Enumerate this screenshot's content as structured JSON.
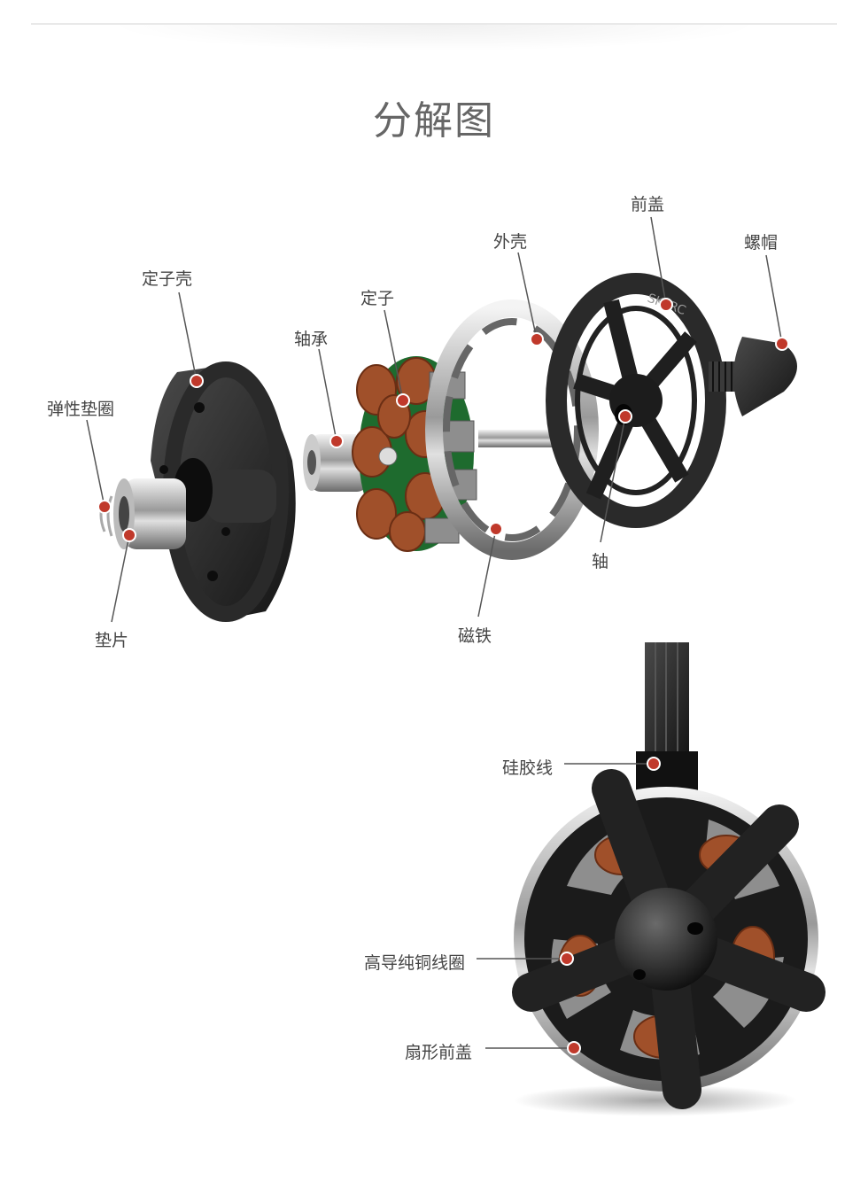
{
  "title": "分解图",
  "labels": {
    "stator_housing": "定子壳",
    "bearing": "轴承",
    "stator": "定子",
    "outer_shell": "外壳",
    "front_cover": "前盖",
    "nut": "螺帽",
    "spring_washer": "弹性垫圈",
    "washer": "垫片",
    "magnet": "磁铁",
    "shaft": "轴",
    "silicone_wire": "硅胶线",
    "copper_coil": "高导纯铜线圈",
    "fan_cover": "扇形前盖"
  },
  "brand_mark": "SKYRC",
  "colors": {
    "dot": "#c0392b",
    "line": "#555555",
    "text": "#444444",
    "copper": "#b0562a",
    "green": "#1e6b2e"
  }
}
